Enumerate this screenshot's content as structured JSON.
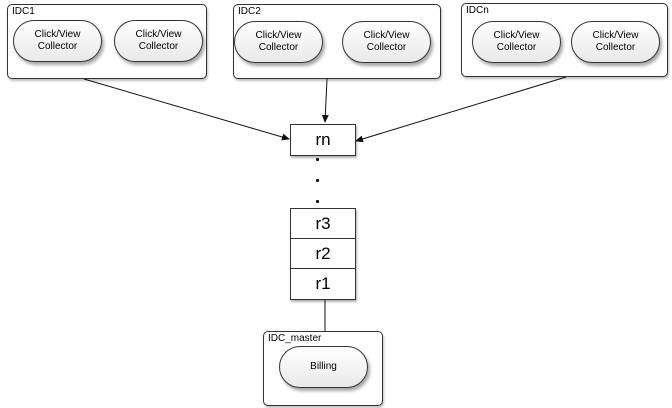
{
  "idcs": [
    {
      "label": "IDC1",
      "collectors": [
        [
          "Click/View",
          "Collector"
        ],
        [
          "Click/View",
          "Collector"
        ]
      ]
    },
    {
      "label": "IDC2",
      "collectors": [
        [
          "Click/View",
          "Collector"
        ],
        [
          "Click/View",
          "Collector"
        ]
      ]
    },
    {
      "label": "IDCn",
      "collectors": [
        [
          "Click/View",
          "Collector"
        ],
        [
          "Click/View",
          "Collector"
        ]
      ]
    }
  ],
  "queue": {
    "top": "rn",
    "stack": [
      "r3",
      "r2",
      "r1"
    ]
  },
  "master": {
    "label": "IDC_master",
    "billing": "Billing"
  }
}
